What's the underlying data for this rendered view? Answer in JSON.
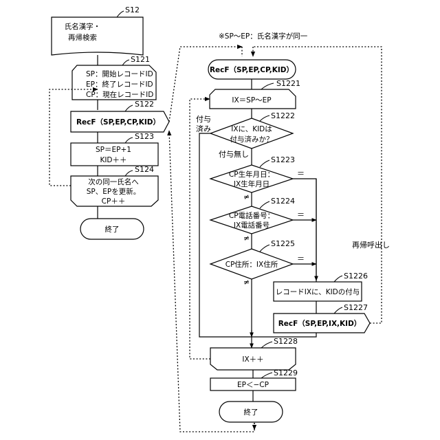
{
  "note_top": "※SP〜EP：氏名漢字が同一",
  "recall_note": "再帰呼出し",
  "main_flow": {
    "s12": {
      "label": "S12",
      "lines": [
        "氏名漢字・",
        "再帰検索"
      ]
    },
    "s121": {
      "label": "S121",
      "lines": [
        "SP：開始レコードID",
        "EP：終了レコードID",
        "CP：現在レコードID"
      ]
    },
    "s122": {
      "label": "S122",
      "text": "RecF（SP,EP,CP,KID）"
    },
    "s123": {
      "label": "S123",
      "lines": [
        "SP＝EP+1",
        "KID＋＋"
      ]
    },
    "s124": {
      "label": "S124",
      "lines": [
        "次の同一氏名へ",
        "SP、EPを更新。",
        "CP＋＋"
      ]
    },
    "end": {
      "text": "終了"
    }
  },
  "recf_flow": {
    "entry": {
      "text": "RecF（SP,EP,CP,KID）"
    },
    "s1221": {
      "label": "S1221",
      "text": "IX＝SP〜EP"
    },
    "s1222": {
      "label": "S1222",
      "lines": [
        "IXに、KIDは",
        "付与済みか？"
      ],
      "yes_label_lines": [
        "付与",
        "済み"
      ],
      "no_label": "付与無し"
    },
    "s1223": {
      "label": "S1223",
      "lines": [
        "CP生年月日：",
        "IX生年月日"
      ],
      "eq": "＝",
      "ne": "≠"
    },
    "s1224": {
      "label": "S1224",
      "lines": [
        "CP電話番号：",
        "IX電話番号"
      ],
      "eq": "＝",
      "ne": "≠"
    },
    "s1225": {
      "label": "S1225",
      "text": "CP住所：IX住所",
      "eq": "＝",
      "ne": "≠"
    },
    "s1226": {
      "label": "S1226",
      "text": "レコードIXに、KIDの付与"
    },
    "s1227": {
      "label": "S1227",
      "text": "RecF（SP,EP,IX,KID）"
    },
    "s1228": {
      "label": "S1228",
      "text": "IX＋＋"
    },
    "s1229": {
      "label": "S1229",
      "text": "EP＜−CP"
    },
    "end": {
      "text": "終了"
    }
  }
}
